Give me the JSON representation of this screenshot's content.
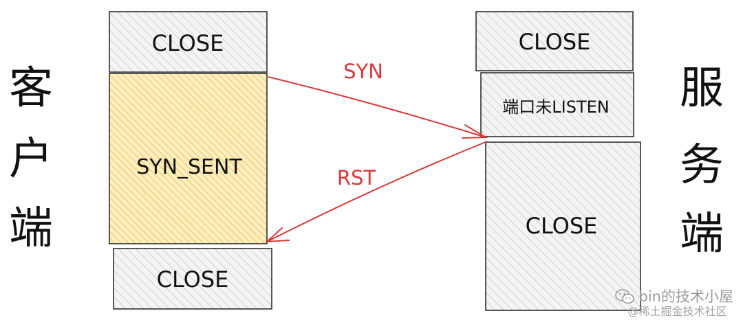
{
  "client": {
    "side_label": [
      "客",
      "户",
      "端"
    ],
    "states": [
      "CLOSE",
      "SYN_SENT",
      "CLOSE"
    ]
  },
  "server": {
    "side_label": [
      "服",
      "务",
      "端"
    ],
    "states": [
      "CLOSE",
      "端口未LISTEN",
      "CLOSE"
    ]
  },
  "messages": [
    {
      "label": "SYN",
      "direction": "client-to-server"
    },
    {
      "label": "RST",
      "direction": "server-to-client"
    }
  ],
  "watermark": {
    "line1": "bin的技术小屋",
    "line2": "@稀土掘金技术社区",
    "icon": "wechat-icon"
  },
  "colors": {
    "arrow": "#d93838",
    "highlight_fill": "#f3c64a",
    "hatch": "#b8b8b8",
    "border": "#222222"
  }
}
